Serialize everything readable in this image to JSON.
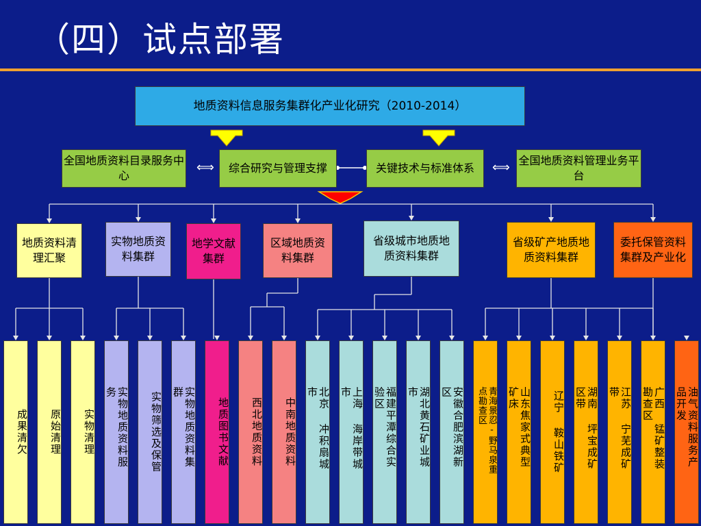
{
  "title": "（四）试点部署",
  "root": "地质资料信息服务集群化产业化研究（2010-2014）",
  "level2": {
    "catalog_center": "全国地质资料目录服务中心",
    "research_support": "综合研究与管理支撑",
    "tech_standards": "关键技术与标准体系",
    "management_platform": "全国地质资料管理业务平台"
  },
  "clusters": [
    {
      "label": "地质资料清理汇聚",
      "color": "#ffff9e"
    },
    {
      "label": "实物地质资料集群",
      "color": "#b4b4f0"
    },
    {
      "label": "地学文献集群",
      "color": "#f01e8c"
    },
    {
      "label": "区域地质资料集群",
      "color": "#f58282"
    },
    {
      "label": "省级城市地质地质资料集群",
      "color": "#aadcdc"
    },
    {
      "label": "省级矿产地质地质资料集群",
      "color": "#ffb400"
    },
    {
      "label": "委托保管资料集群及产业化",
      "color": "#ff6414"
    }
  ],
  "leaves": [
    {
      "text": "成果清欠",
      "cluster": 0
    },
    {
      "text": "原始清理",
      "cluster": 0
    },
    {
      "text": "实物清理",
      "cluster": 0
    },
    {
      "text": "实物地质资料服务",
      "cluster": 1
    },
    {
      "text": "实物筛选及保管",
      "cluster": 1
    },
    {
      "text": "实物地质资料集群",
      "cluster": 1
    },
    {
      "text": "地质图书文献",
      "cluster": 2
    },
    {
      "text": "西北地质资料",
      "cluster": 3
    },
    {
      "text": "中南地质资料",
      "cluster": 3
    },
    {
      "text": "北京 冲积扇城市",
      "cluster": 4
    },
    {
      "text": "上海 海岸带城市",
      "cluster": 4
    },
    {
      "text": "福建平潭综合实验区",
      "cluster": 4
    },
    {
      "text": "湖北黄石矿业城市",
      "cluster": 4
    },
    {
      "text": "安徽合肥滨湖新区",
      "cluster": 4
    },
    {
      "text": "青海景忍-野马泉重点勘查区",
      "cluster": 5
    },
    {
      "text": "山东焦家式典型矿床",
      "cluster": 5
    },
    {
      "text": "辽宁 鞍山铁矿",
      "cluster": 5
    },
    {
      "text": "湖南 坪宝成矿区带",
      "cluster": 5
    },
    {
      "text": "江苏 宁芜成矿带",
      "cluster": 5
    },
    {
      "text": "广西 锰矿整装勘查区",
      "cluster": 5
    },
    {
      "text": "油气资料服务产品开发",
      "cluster": 6
    }
  ],
  "colors": {
    "background": "#0c1d8a",
    "accent_rule": "#f0a030",
    "root_fill": "#2eaae6",
    "level2_fill": "#96cc46",
    "arrow_yellow": "#ffff00",
    "arrow_red": "#ff0000",
    "line": "#e6e6e6"
  }
}
